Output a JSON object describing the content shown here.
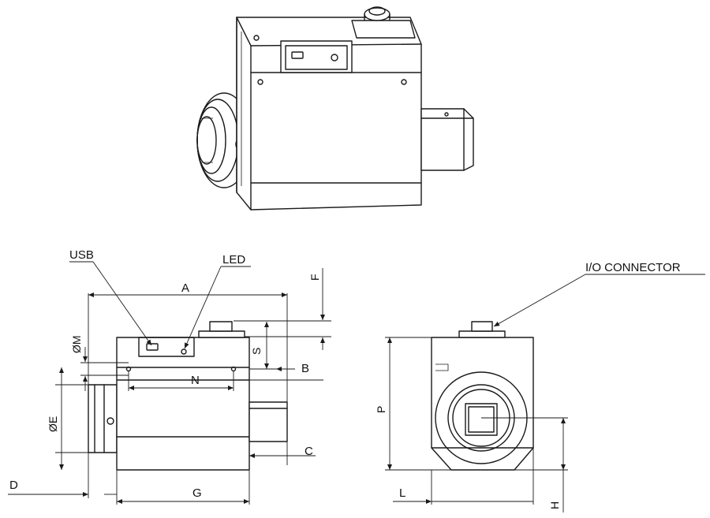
{
  "callouts": {
    "usb": "USB",
    "led": "LED",
    "io": "I/O CONNECTOR"
  },
  "dims": {
    "A": "A",
    "B": "B",
    "C": "C",
    "D": "D",
    "E": "ØE",
    "F": "F",
    "G": "G",
    "H": "H",
    "L": "L",
    "M": "ØM",
    "N": "N",
    "P": "P",
    "S": "S"
  }
}
